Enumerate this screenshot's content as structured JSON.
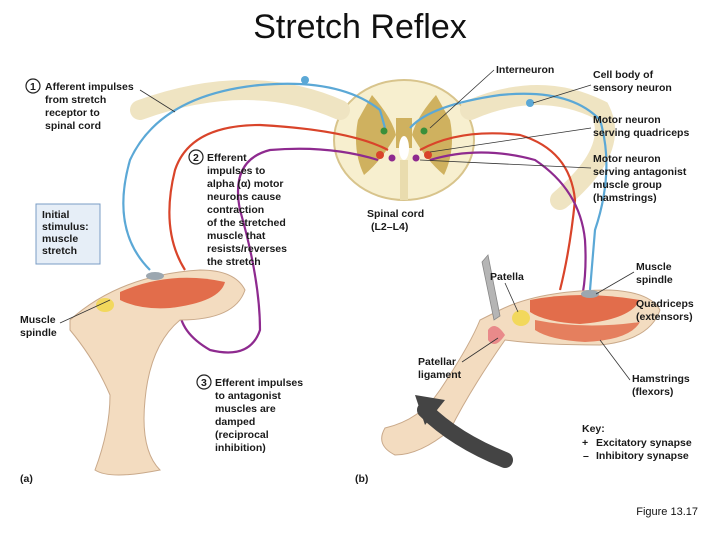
{
  "title": "Stretch Reflex",
  "caption": "Figure 13.17",
  "colors": {
    "afferent": "#5ba8d6",
    "efferent": "#d9442a",
    "antagonist": "#8e2a8f",
    "interneuron": "#3a8f3a",
    "spinal_cord": "#c8a64b",
    "skin": "#f3dcc0",
    "muscle": "#e0603e"
  },
  "steps": {
    "s1_num": "1",
    "s1_lines": [
      "Afferent impulses",
      "from stretch",
      "receptor to",
      "spinal cord"
    ],
    "s2_num": "2",
    "s2_lines": [
      "Efferent",
      "impulses to",
      "alpha (α) motor",
      "neurons cause",
      "contraction",
      "of the stretched",
      "muscle that",
      "resists/reverses",
      "the stretch"
    ],
    "s3_num": "3",
    "s3_lines": [
      "Efferent impulses",
      "to antagonist",
      "muscles are",
      "damped",
      "(reciprocal",
      "inhibition)"
    ]
  },
  "stimulus_lines": [
    "Initial",
    "stimulus:",
    "muscle",
    "stretch"
  ],
  "labels": {
    "interneuron": "Interneuron",
    "cell_body": [
      "Cell body of",
      "sensory neuron"
    ],
    "motor_quad": [
      "Motor neuron",
      "serving quadriceps"
    ],
    "motor_ham": [
      "Motor neuron",
      "serving antagonist",
      "muscle group",
      "(hamstrings)"
    ],
    "spinal_cord": "Spinal cord",
    "spinal_cord_sub": "(L2–L4)",
    "muscle_spindle_a": [
      "Muscle",
      "spindle"
    ],
    "patella": "Patella",
    "patellar_ligament": [
      "Patellar",
      "ligament"
    ],
    "muscle_spindle_b": [
      "Muscle",
      "spindle"
    ],
    "quadriceps": [
      "Quadriceps",
      "(extensors)"
    ],
    "hamstrings": [
      "Hamstrings",
      "(flexors)"
    ],
    "panel_a": "(a)",
    "panel_b": "(b)"
  },
  "key": {
    "title": "Key:",
    "excitatory_sym": "+",
    "excitatory": "Excitatory synapse",
    "inhibitory_sym": "–",
    "inhibitory": "Inhibitory synapse"
  }
}
